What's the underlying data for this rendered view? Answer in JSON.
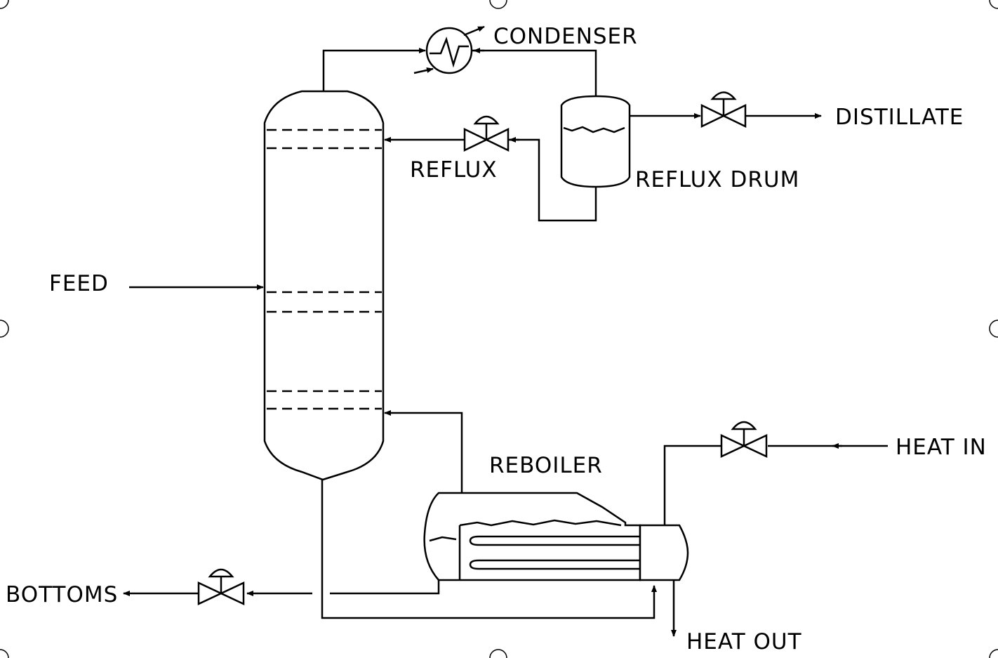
{
  "diagram": {
    "labels": {
      "condenser": "CONDENSER",
      "distillate": "DISTILLATE",
      "reflux": "REFLUX",
      "reflux_drum": "REFLUX DRUM",
      "feed": "FEED",
      "reboiler": "REBOILER",
      "heat_in": "HEAT IN",
      "bottoms": "BOTTOMS",
      "heat_out": "HEAT OUT"
    }
  }
}
